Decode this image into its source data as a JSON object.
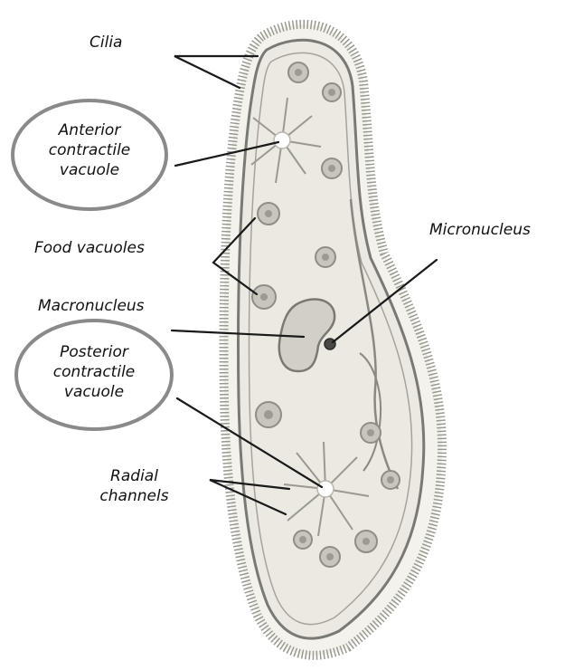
{
  "labels": {
    "cilia": "Cilia",
    "anterior_line1": "Anterior",
    "anterior_line2": "contractile",
    "anterior_line3": "vacuole",
    "food_vacuoles": "Food vacuoles",
    "micronucleus": "Micronucleus",
    "macronucleus": "Macronucleus",
    "posterior_line1": "Posterior",
    "posterior_line2": "contractile",
    "posterior_line3": "vacuole",
    "radial_line1": "Radial",
    "radial_line2": "channels"
  },
  "colors": {
    "text": "#111111",
    "leader_line": "#1a1a1a",
    "callout_ring": "#8a8a8a",
    "cell_body": "#ebe9e1",
    "membrane": "#7a7a74",
    "cilia": "#9a9990",
    "nucleus": "#d2d0c6",
    "vacuole": "#c8c6bc"
  }
}
